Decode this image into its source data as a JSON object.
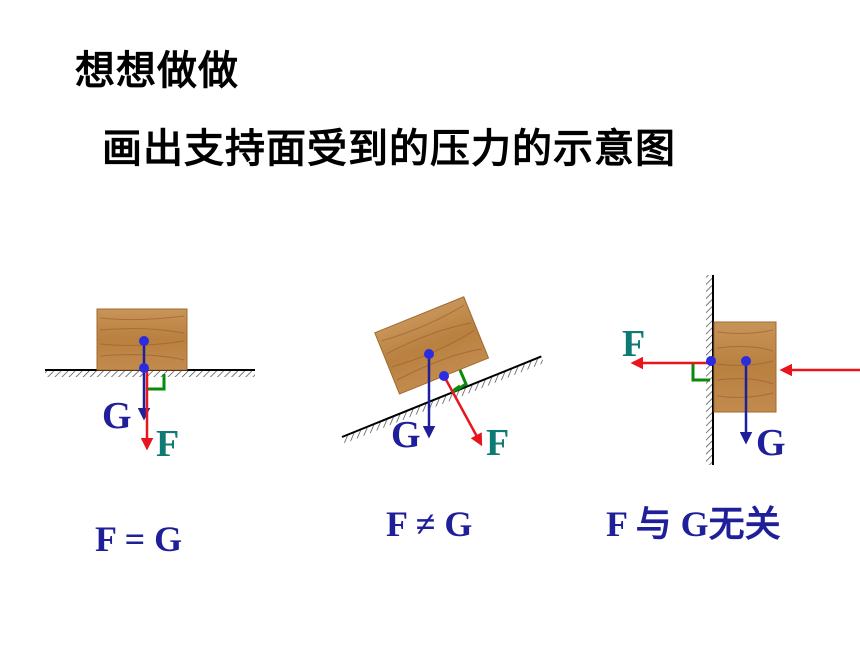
{
  "heading": "想想做做",
  "prompt": "画出支持面受到的压力的示意图",
  "colors": {
    "gravity": "#1f1f9a",
    "force": "#e8141e",
    "force_label": "#0e7a74",
    "right_angle": "#0a8a0a",
    "block": "#c08a4a"
  },
  "diagrams": [
    {
      "gravity_label": "G",
      "force_label": "F",
      "relation": "F = G"
    },
    {
      "gravity_label": "G",
      "force_label": "F",
      "relation": "F ≠ G"
    },
    {
      "gravity_label": "G",
      "force_label": "F",
      "relation": "F 与 G无关"
    }
  ]
}
